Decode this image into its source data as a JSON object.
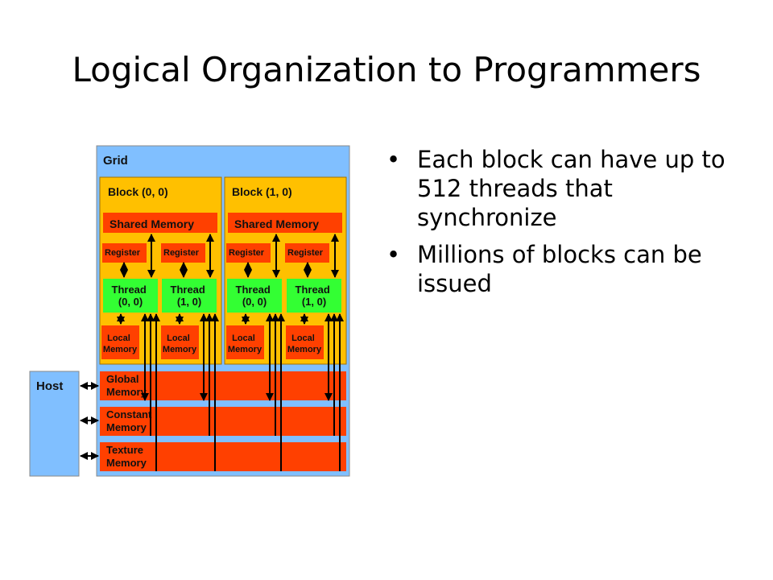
{
  "slide": {
    "title": "Logical Organization to Programmers",
    "bullets": [
      "Each block can have up to 512 threads that synchronize",
      "Millions of blocks can be issued"
    ],
    "bullet_glyph": "•"
  },
  "diagram": {
    "grid_label": "Grid",
    "host_label": "Host",
    "blocks": [
      {
        "label": "Block (0, 0)",
        "shared_memory": "Shared Memory",
        "threads": [
          {
            "register": "Register",
            "thread": [
              "Thread",
              "(0, 0)"
            ],
            "local": [
              "Local",
              "Memory"
            ]
          },
          {
            "register": "Register",
            "thread": [
              "Thread",
              "(1, 0)"
            ],
            "local": [
              "Local",
              "Memory"
            ]
          }
        ]
      },
      {
        "label": "Block (1, 0)",
        "shared_memory": "Shared Memory",
        "threads": [
          {
            "register": "Register",
            "thread": [
              "Thread",
              "(0, 0)"
            ],
            "local": [
              "Local",
              "Memory"
            ]
          },
          {
            "register": "Register",
            "thread": [
              "Thread",
              "(1, 0)"
            ],
            "local": [
              "Local",
              "Memory"
            ]
          }
        ]
      }
    ],
    "memories": [
      [
        "Global",
        "Memory"
      ],
      [
        "Constant",
        "Memory"
      ],
      [
        "Texture",
        "Memory"
      ]
    ],
    "colors": {
      "grid": "#80BFFF",
      "host": "#80BFFF",
      "block": "#FFC000",
      "memory": "#FF4000",
      "thread": "#33FF33",
      "arrow": "#000000"
    }
  }
}
